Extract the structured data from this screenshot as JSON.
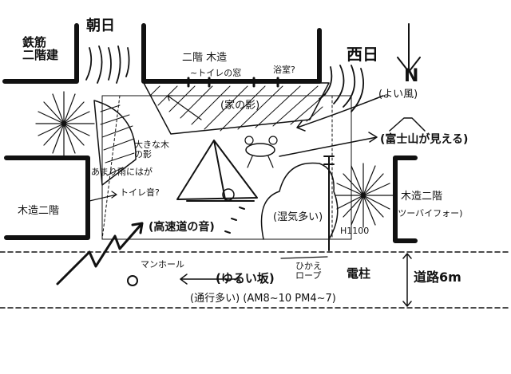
{
  "labels": {
    "morning_sun": "朝日",
    "steel_two_story": "鉄筋\n二階建",
    "wood_two_story_top": "二階 木造",
    "toilet_window": "~トイレの窓",
    "bathroom": "浴室?",
    "west_sun": "西日",
    "north": "N",
    "good_wind": "(よい風)",
    "shade_of_house": "(家の影)",
    "tree_shade": "大きな木\nの影",
    "little_rain": "あまり雨にはが",
    "fuji_visible": "(富士山が見える)",
    "wood_two_story_left": "木造二階",
    "toilet_sound": "トイレ音?",
    "highway_sound": "(高速道の音)",
    "humidity": "(湿気多い)",
    "h1100": "H1100",
    "wood_two_story_right": "木造二階",
    "two_by_four": "(ツーバイフォー)",
    "manhole": "マンホール",
    "gentle_slope": "(ゆるい坂)",
    "weak_rope": "ひかえ\nロープ",
    "power_pole": "電柱",
    "road_width": "道路6m",
    "traffic": "(通行多い) (AM8~10  PM4~7)"
  }
}
